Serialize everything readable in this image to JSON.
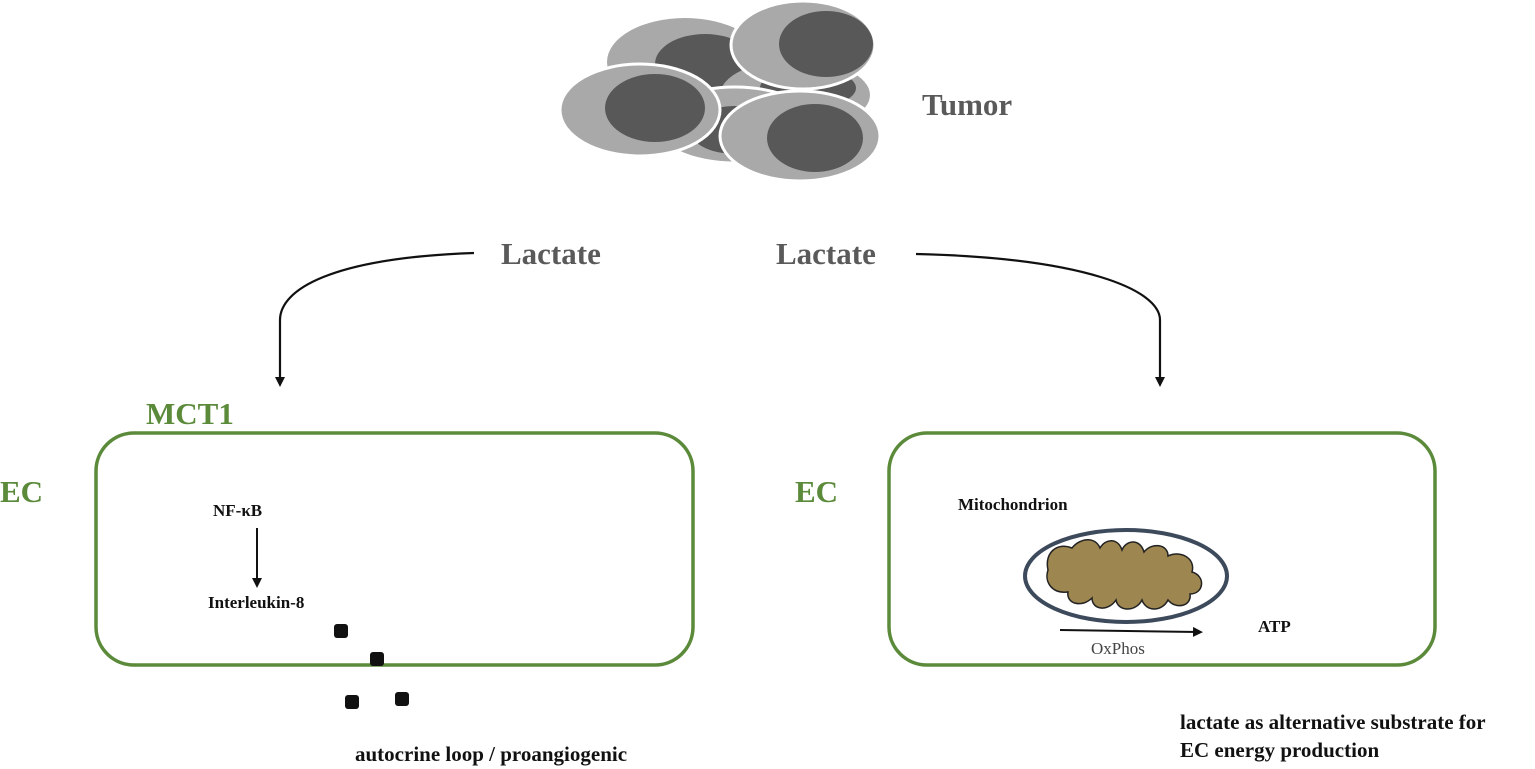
{
  "labels": {
    "tumor": "Tumor",
    "lactate_left": "Lactate",
    "lactate_right": "Lactate",
    "mct1": "MCT1",
    "ec_left": "EC",
    "ec_right": "EC",
    "nfkb": "NF-κB",
    "il8": "Interleukin-8",
    "autocrine": "autocrine loop / proangiogenic",
    "mitochondrion": "Mitochondrion",
    "oxphos": "OxPhos",
    "atp": "ATP",
    "alt_substrate_line1": "lactate as alternative substrate for",
    "alt_substrate_line2": "EC energy production"
  },
  "colors": {
    "label_gray": "#5a5a5a",
    "cell_green": "#5b8a3a",
    "tumor_outer": "#a9a9a9",
    "tumor_nucleus": "#585858",
    "mito_fill": "#9e8650",
    "mito_border": "#3d4a5c"
  }
}
